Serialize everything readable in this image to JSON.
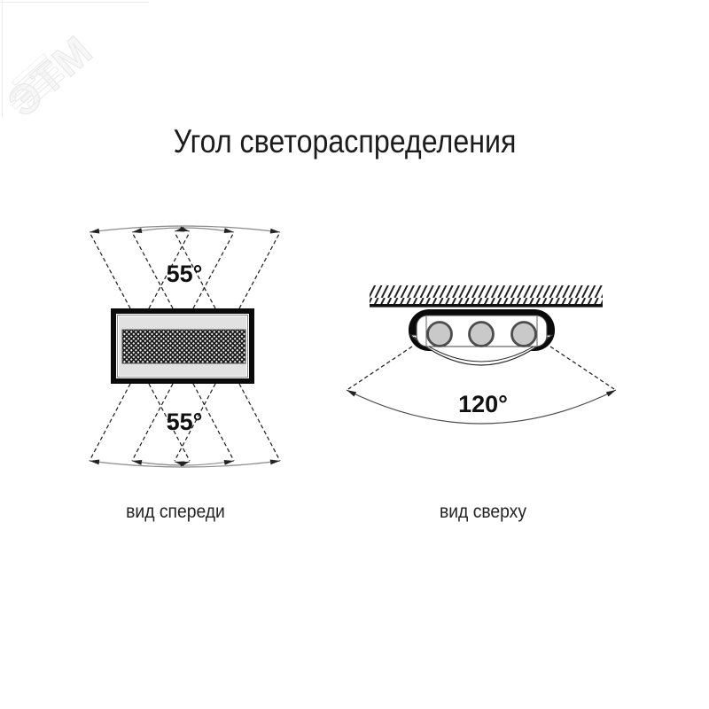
{
  "title": "Угол светораспределения",
  "watermark": {
    "text": "ЭТМ",
    "icon": "etm-logo-icon"
  },
  "front_view": {
    "label": "вид спереди",
    "angle_top": "55°",
    "angle_bottom": "55°"
  },
  "top_view": {
    "label": "вид сверху",
    "angle": "120°"
  },
  "colors": {
    "text": "#1c1c1c",
    "line": "#1a1a1a",
    "arc_gray": "#8a8a8a",
    "fixture_fill": "#e1e1e1",
    "led_fill": "#c9c9c9",
    "watermark": "#ececec",
    "background": "#ffffff"
  }
}
